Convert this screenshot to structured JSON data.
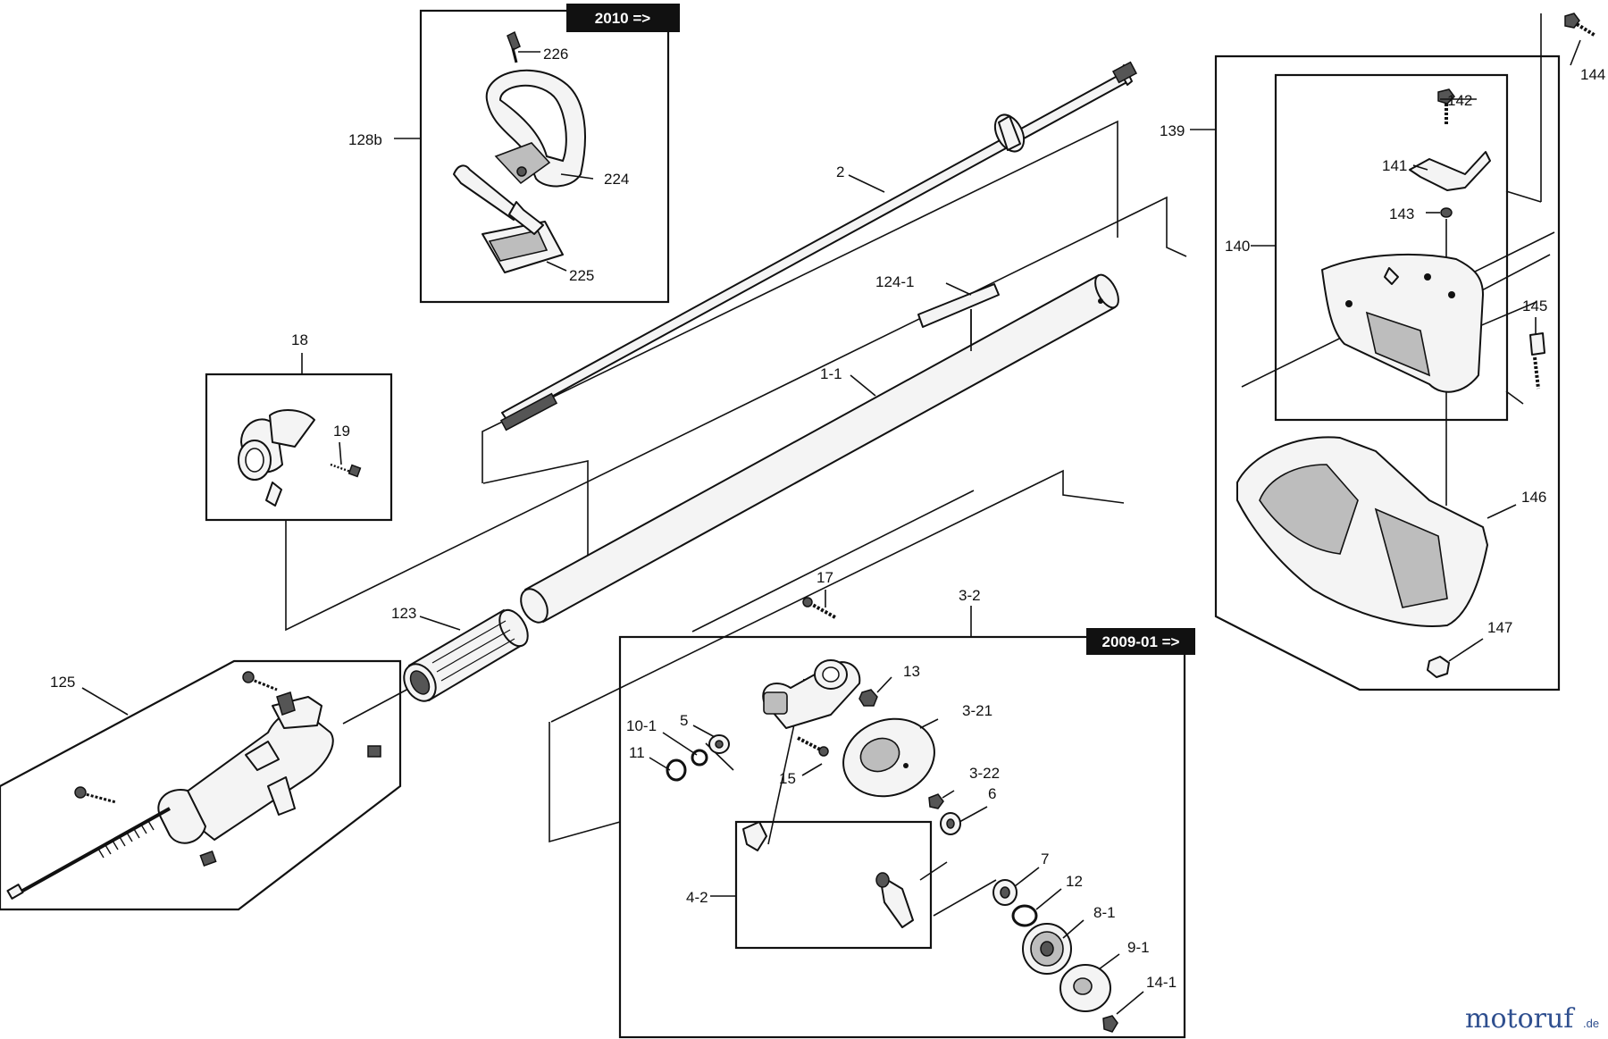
{
  "badges": {
    "top": "2010 =>",
    "gearbox": "2009-01 =>"
  },
  "labels": {
    "p226": "226",
    "p128b": "128b",
    "p224": "224",
    "p225": "225",
    "p2": "2",
    "p124_1": "124-1",
    "p1_1": "1-1",
    "p18": "18",
    "p19": "19",
    "p123": "123",
    "p125": "125",
    "p17": "17",
    "p3_2": "3-2",
    "p13": "13",
    "p10_1": "10-1",
    "p5": "5",
    "p3_21": "3-21",
    "p11": "11",
    "p15": "15",
    "p3_22": "3-22",
    "p6": "6",
    "p4_2": "4-2",
    "p7": "7",
    "p12": "12",
    "p8_1": "8-1",
    "p9_1": "9-1",
    "p14_1": "14-1",
    "p144": "144",
    "p142": "142",
    "p139": "139",
    "p141": "141",
    "p143": "143",
    "p140": "140",
    "p145": "145",
    "p146": "146",
    "p147": "147"
  },
  "watermark": {
    "brand": "motoruf",
    "suffix": ".de"
  }
}
